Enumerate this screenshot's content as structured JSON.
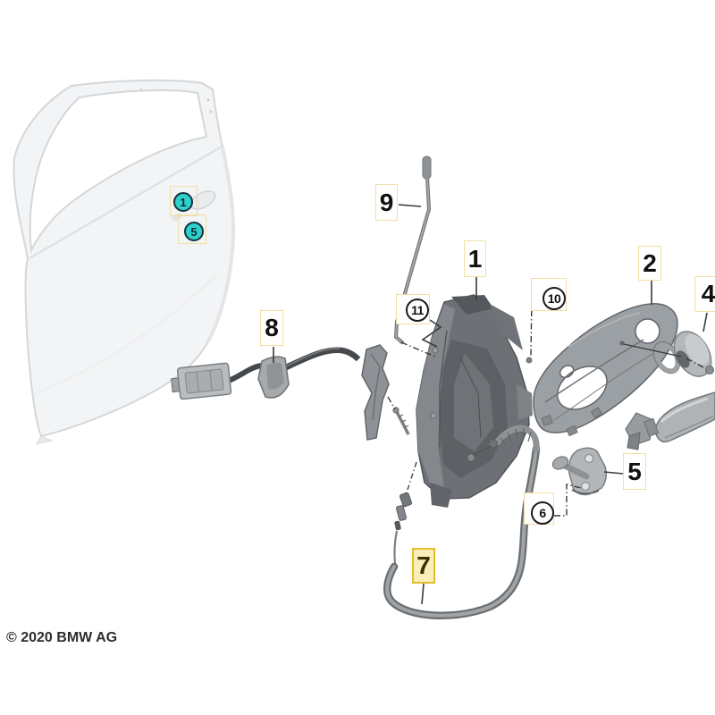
{
  "copyright": "© 2020 BMW AG",
  "colors": {
    "teal": "#2ED1CB",
    "tealBorder": "#16333C",
    "highlightFill": "#F8EFB9",
    "highlightBorder": "#E3BE2D",
    "hotspotBorder": "#F0DFA4",
    "line": "#3A3A3A",
    "ink": "#111111"
  },
  "callouts": {
    "part1": "1",
    "part2": "2",
    "part4": "4",
    "part5": "5",
    "part6": "6",
    "part7": "7",
    "part8": "8",
    "part9": "9",
    "part10": "10",
    "part11": "11",
    "door_hotspot_1": "1",
    "door_hotspot_5": "5"
  }
}
